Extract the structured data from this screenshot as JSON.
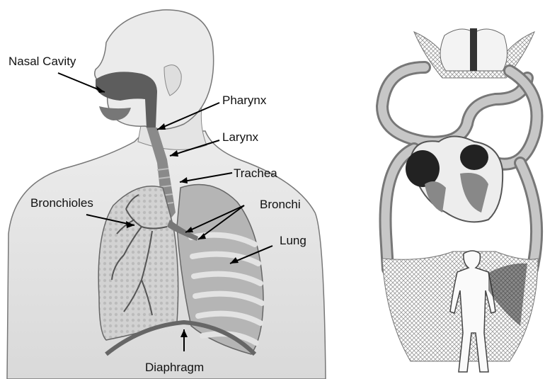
{
  "labels": {
    "nasal_cavity": "Nasal Cavity",
    "pharynx": "Pharynx",
    "larynx": "Larynx",
    "trachea": "Trachea",
    "bronchioles": "Bronchioles",
    "bronchi": "Bronchi",
    "lung": "Lung",
    "diaphragm": "Diaphragm"
  }
}
